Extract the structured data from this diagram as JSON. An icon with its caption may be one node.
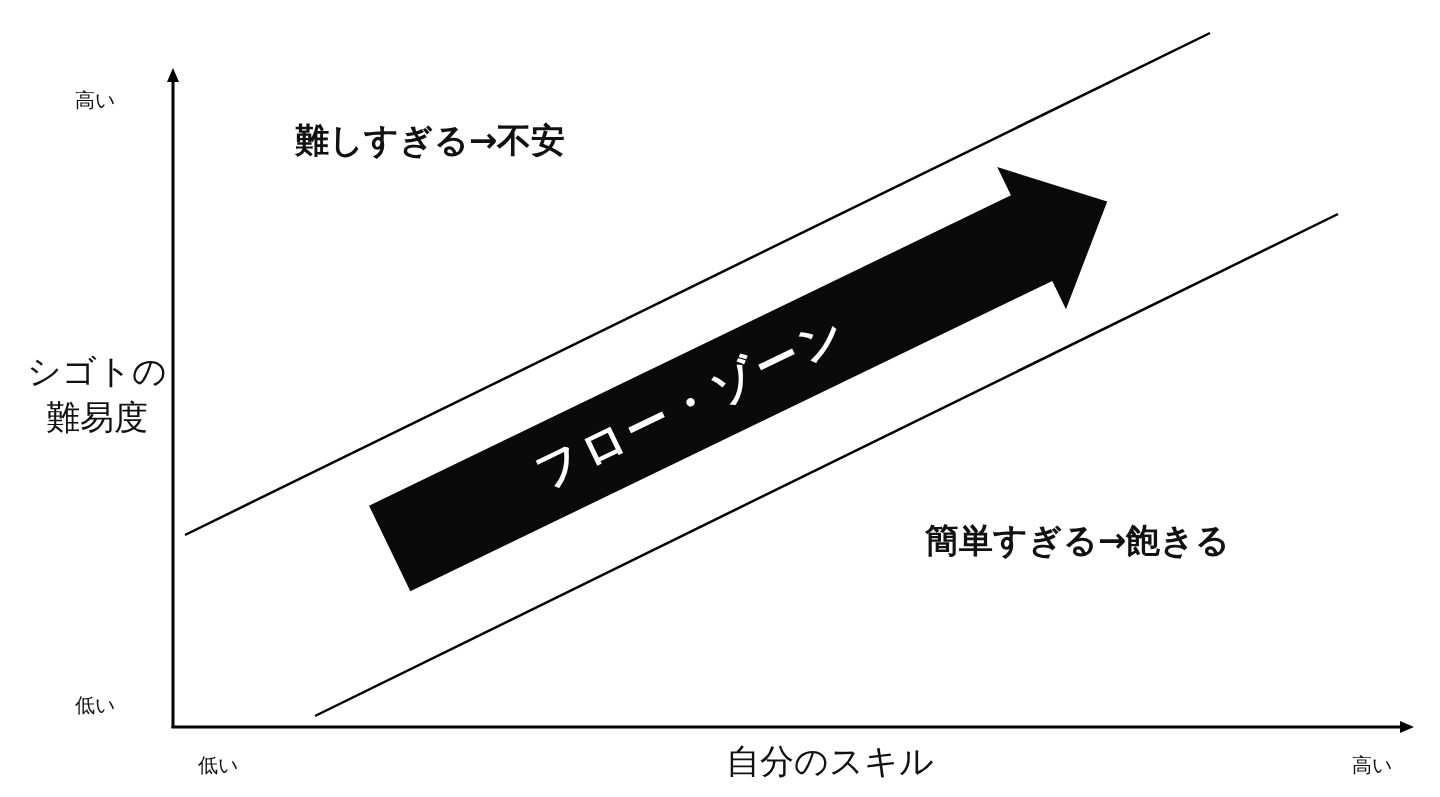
{
  "diagram": {
    "nodes": [
      {
        "text": [
          "フロー・ゾーン"
        ]
      }
    ],
    "labels": [
      "高い",
      "難しすぎる→不安",
      "シゴトの難易度",
      "簡単すぎる→飽きる",
      "低い",
      "低い",
      "自分のスキル",
      "高い"
    ]
  }
}
